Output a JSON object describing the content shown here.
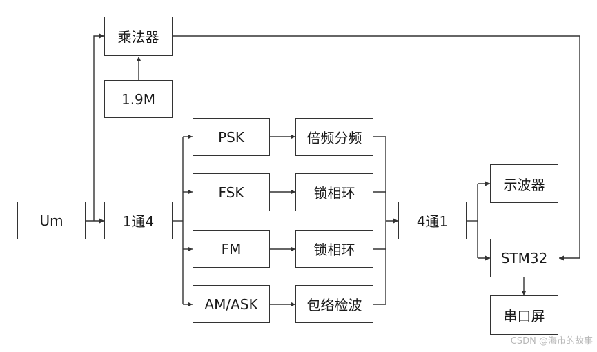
{
  "nodes": {
    "multiplier": "乘法器",
    "f19m": "1.9M",
    "um": "Um",
    "demux": "1通4",
    "psk": "PSK",
    "fsk": "FSK",
    "fm": "FM",
    "amask": "AM/ASK",
    "freqdiv": "倍频分频",
    "pll1": "锁相环",
    "pll2": "锁相环",
    "envdet": "包络检波",
    "mux": "4通1",
    "scope": "示波器",
    "stm32": "STM32",
    "screen": "串口屏"
  },
  "watermark": "CSDN @海市的故事"
}
